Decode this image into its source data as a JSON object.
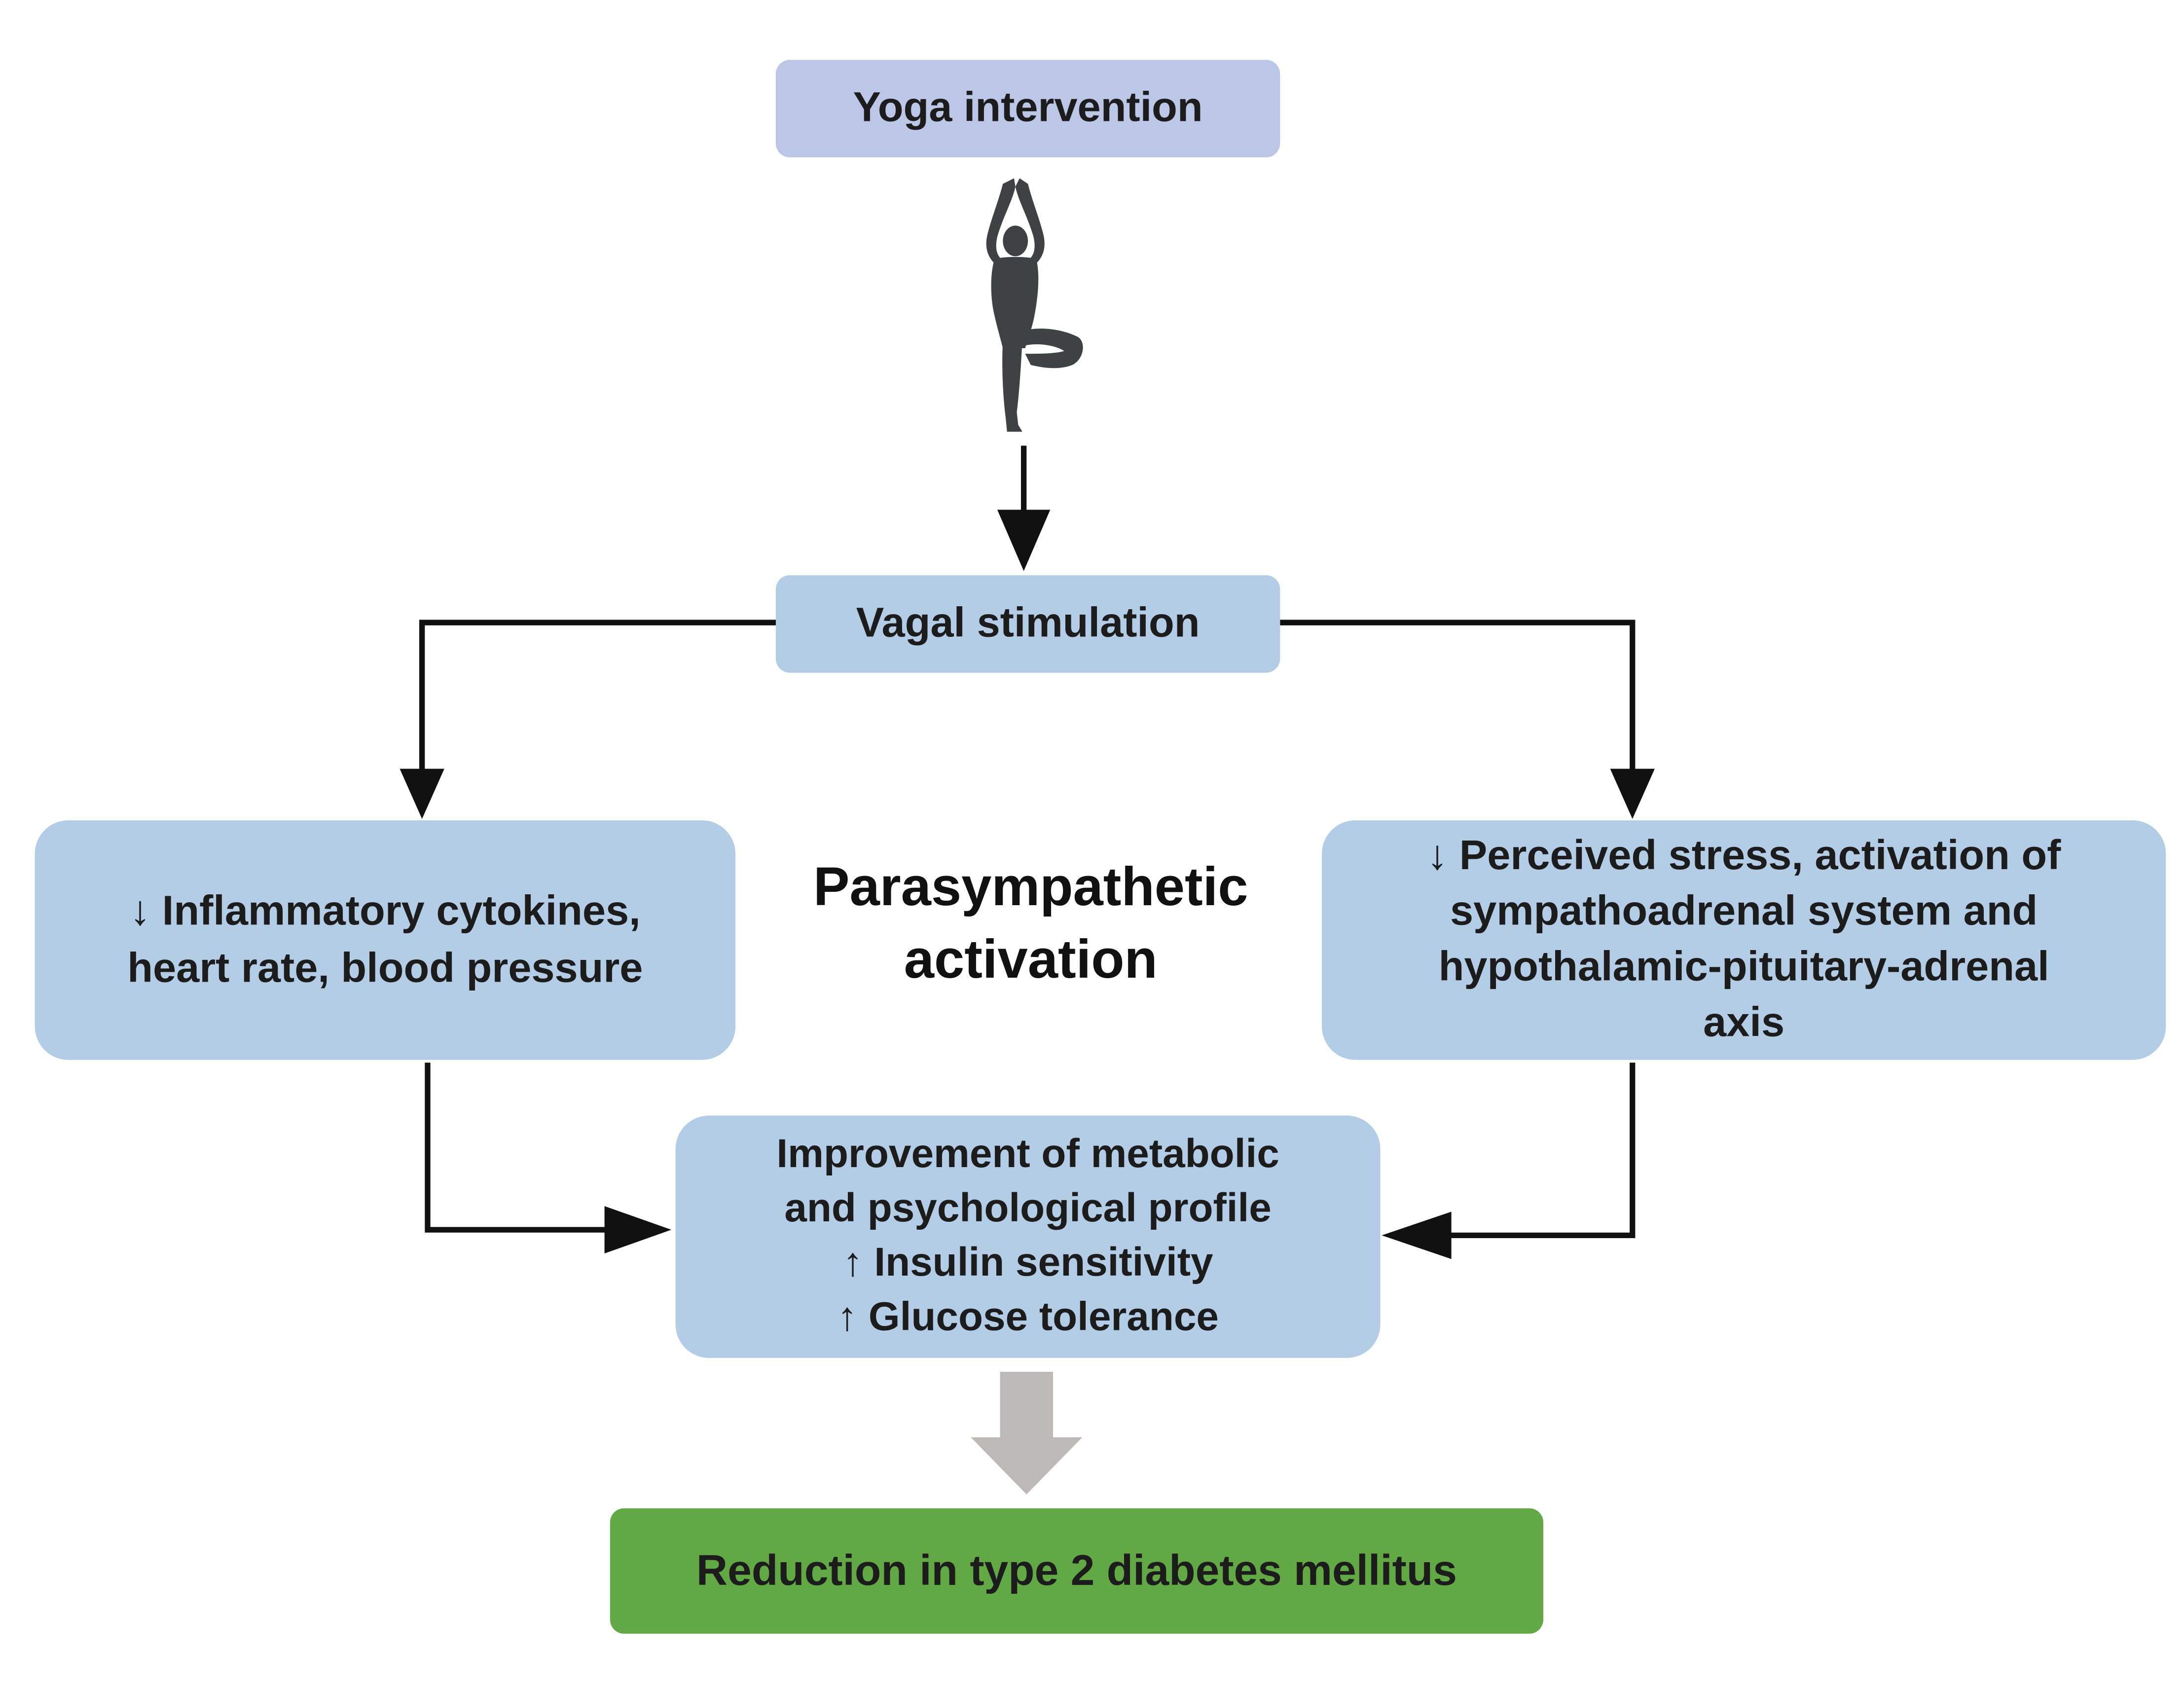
{
  "diagram": {
    "nodes": {
      "yoga": {
        "text": "Yoga intervention"
      },
      "vagal": {
        "text": "Vagal stimulation"
      },
      "left": {
        "lines": [
          "↓ Inflammatory cytokines,",
          "heart rate, blood pressure"
        ]
      },
      "right": {
        "lines": [
          "↓ Perceived stress, activation of",
          "sympathoadrenal system and",
          "hypothalamic-pituitary-adrenal",
          "axis"
        ]
      },
      "center": {
        "lines": [
          "Improvement of metabolic",
          "and psychological profile",
          "↑ Insulin sensitivity",
          "↑ Glucose tolerance"
        ]
      },
      "outcome": {
        "text": "Reduction in type 2 diabetes mellitus"
      }
    },
    "center_label": {
      "lines": [
        "Parasympathetic",
        "activation"
      ]
    },
    "icons": {
      "figure": "yoga-tree-pose-icon"
    },
    "colors": {
      "node_fill": "#b4cde6",
      "top_node_fill": "#bcc6e6",
      "outcome_fill": "#62a845",
      "arrow": "#111111",
      "final_arrow": "#bdb9b6",
      "figure": "#3e4243"
    },
    "edges": [
      {
        "from": "yoga",
        "to": "vagal"
      },
      {
        "from": "vagal",
        "to": "left"
      },
      {
        "from": "vagal",
        "to": "right"
      },
      {
        "from": "left",
        "to": "center"
      },
      {
        "from": "right",
        "to": "center"
      },
      {
        "from": "center",
        "to": "outcome"
      }
    ]
  }
}
